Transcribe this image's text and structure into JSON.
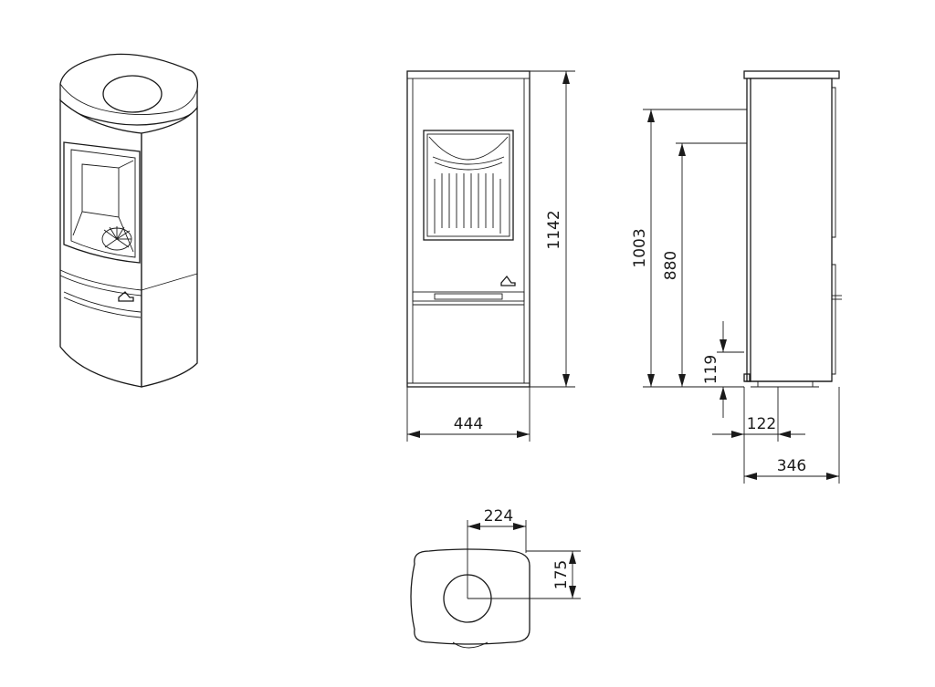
{
  "drawing": {
    "colors": {
      "line": "#1a1a1a",
      "background": "#ffffff"
    },
    "dimensions": {
      "front_width": "444",
      "total_height": "1142",
      "outlet_height_rear": "1003",
      "outlet_height_top": "880",
      "air_inlet_height": "119",
      "air_inlet_depth": "122",
      "side_depth": "346",
      "flue_offset_x": "224",
      "flue_offset_y": "175"
    }
  }
}
